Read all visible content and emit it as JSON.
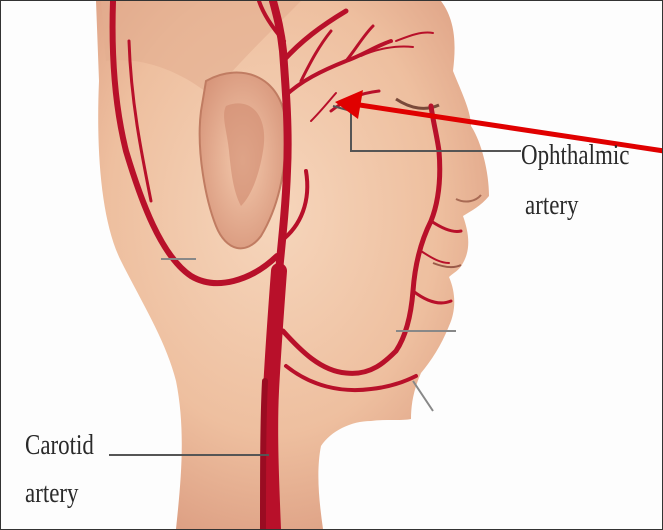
{
  "labels": {
    "ophthalmic_line1": "Ophthalmic",
    "ophthalmic_line2": "artery",
    "carotid_line1": "Carotid",
    "carotid_line2": "artery"
  },
  "colors": {
    "skin": "#f1c8a8",
    "skin_shadow": "#d99b80",
    "artery": "#b8102a",
    "pointer_arrow": "#e00000",
    "leader_line": "#555555"
  }
}
